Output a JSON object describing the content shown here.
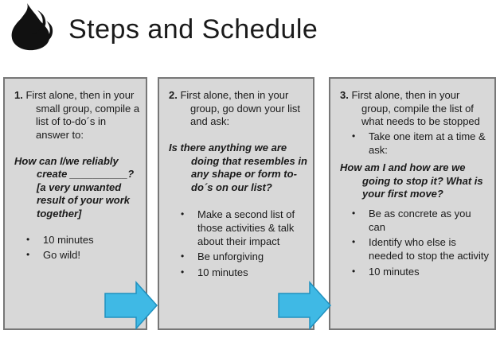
{
  "slide": {
    "title": "Steps and Schedule"
  },
  "icons": {
    "logo": "flame-icon",
    "connector": "right-arrow-icon"
  },
  "colors": {
    "page_bg": "#ffffff",
    "title_color": "#1a1a1a",
    "logo_color": "#111111",
    "box_fill": "#d8d8d8",
    "box_border": "#777777",
    "arrow_fill": "#3fb9e5",
    "arrow_stroke": "#2191bf"
  },
  "steps": [
    {
      "number": "1.",
      "intro": "First alone, then in your small group, compile a list of to-do´s in answer to:",
      "question": "How can I/we reliably create __________? [a very unwanted result of your work together]",
      "bullets": [
        "10 minutes",
        "Go wild!"
      ]
    },
    {
      "number": "2.",
      "intro": "First alone, then in your group, go down your list and ask:",
      "question": "Is there anything we are doing that resembles in any shape or form to-do´s on our list?",
      "bullets": [
        "Make a second list of those activities & talk about their impact",
        "Be unforgiving",
        "10 minutes"
      ]
    },
    {
      "number": "3.",
      "intro": "First alone, then in your group, compile the list of what needs to be stopped",
      "pre_question_bullet": "Take one item at a time & ask:",
      "question": "How am I and how are we going to stop it? What is your first move?",
      "bullets": [
        "Be as concrete as you can",
        "Identify who else is needed to stop the activity",
        "10 minutes"
      ]
    }
  ]
}
